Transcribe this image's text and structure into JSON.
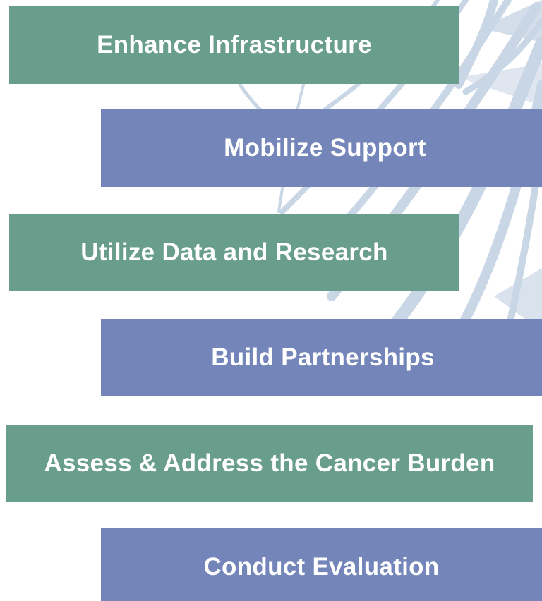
{
  "colors": {
    "green_box": "#6a9e8c",
    "blue_box": "#7486b9",
    "background_fronds": "#c9d6e6",
    "text": "#ffffff"
  },
  "steps": [
    {
      "label": "Enhance Infrastructure",
      "color": "green"
    },
    {
      "label": "Mobilize Support",
      "color": "blue"
    },
    {
      "label": "Utilize Data and Research",
      "color": "green"
    },
    {
      "label": "Build Partnerships",
      "color": "blue"
    },
    {
      "label": "Assess & Address the Cancer Burden",
      "color": "green"
    },
    {
      "label": "Conduct Evaluation",
      "color": "blue"
    }
  ],
  "background": {
    "motif": "palm-frond-watermark"
  }
}
